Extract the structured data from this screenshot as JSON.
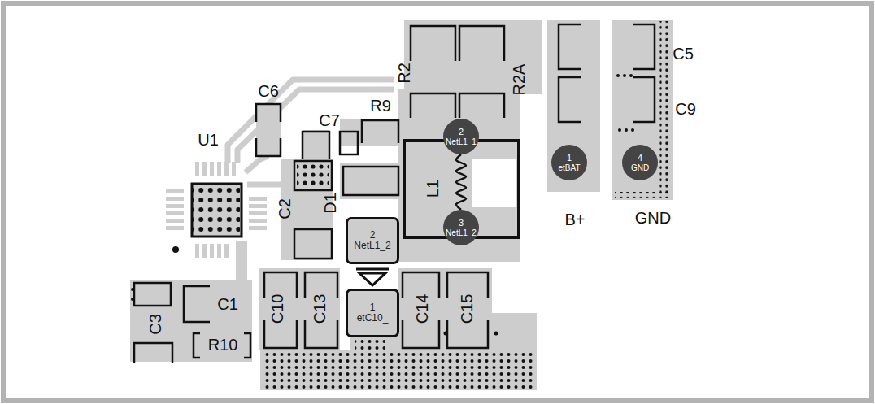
{
  "diagram": {
    "nodes": [
      {
        "text": [
          "2",
          "NetL1_1"
        ]
      },
      {
        "text": [
          "1",
          "etBAT"
        ]
      },
      {
        "text": [
          "4",
          "GND"
        ]
      },
      {
        "text": [
          "3",
          "NetL1_2"
        ]
      },
      {
        "text": [
          "2",
          "NetL1_2"
        ]
      },
      {
        "text": [
          "1",
          "etC10_"
        ]
      }
    ],
    "edges": [
      {
        "from": 0,
        "to": 3,
        "arrow": "none"
      }
    ],
    "labels": [
      "R2",
      "R2A",
      "C5",
      "C6",
      "C9",
      "C7",
      "R9",
      "U1",
      "D1",
      "C2",
      "L1",
      "B+",
      "GND",
      "C1",
      "C10",
      "C13",
      "C14",
      "C15",
      "C3",
      "R10"
    ]
  }
}
